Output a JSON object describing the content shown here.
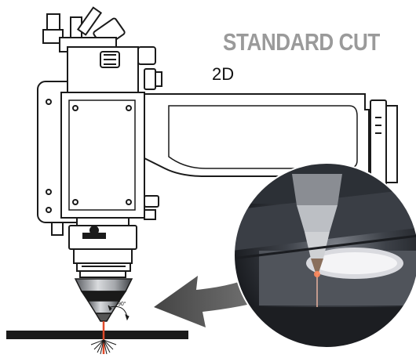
{
  "heading": {
    "title": "STANDARD CUT",
    "subtitle": "2D"
  },
  "annotation": {
    "angle": "90°"
  },
  "colors": {
    "title_gray": "#9a9a9a",
    "line": "#1a1a1a",
    "arrow_gray": "#555555",
    "photo_dark": "#2a2d33",
    "laser_beam": "#e04a2a"
  },
  "icons": {
    "laser_head": "cutting-head-drawing",
    "detail_photo": "nozzle-closeup-photo",
    "arrow": "curved-arrow"
  }
}
